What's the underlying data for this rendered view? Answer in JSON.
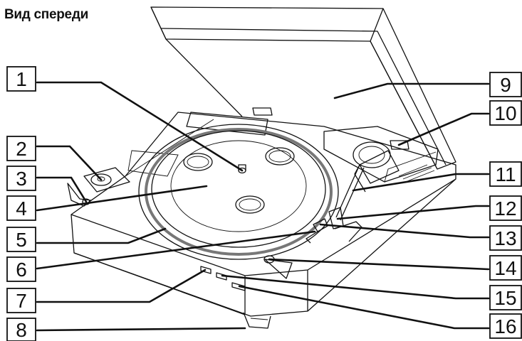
{
  "title": "Вид спереди",
  "callouts": [
    {
      "label": "1",
      "side": "left",
      "part": "spindle"
    },
    {
      "label": "2",
      "side": "left",
      "part": "adapter"
    },
    {
      "label": "3",
      "side": "left",
      "part": "left-switch"
    },
    {
      "label": "4",
      "side": "left",
      "part": "platter"
    },
    {
      "label": "5",
      "side": "left",
      "part": "platter-rim"
    },
    {
      "label": "6",
      "side": "left",
      "part": "lift-lever"
    },
    {
      "label": "7",
      "side": "left",
      "part": "front-button-1"
    },
    {
      "label": "8",
      "side": "left",
      "part": "foot"
    },
    {
      "label": "9",
      "side": "right",
      "part": "dust-cover"
    },
    {
      "label": "10",
      "side": "right",
      "part": "hinge"
    },
    {
      "label": "11",
      "side": "right",
      "part": "tonearm"
    },
    {
      "label": "12",
      "side": "right",
      "part": "arm-rest"
    },
    {
      "label": "13",
      "side": "right",
      "part": "cue-lever"
    },
    {
      "label": "14",
      "side": "right",
      "part": "selector-knob"
    },
    {
      "label": "15",
      "side": "right",
      "part": "front-button-2"
    },
    {
      "label": "16",
      "side": "right",
      "part": "front-button-3"
    }
  ]
}
